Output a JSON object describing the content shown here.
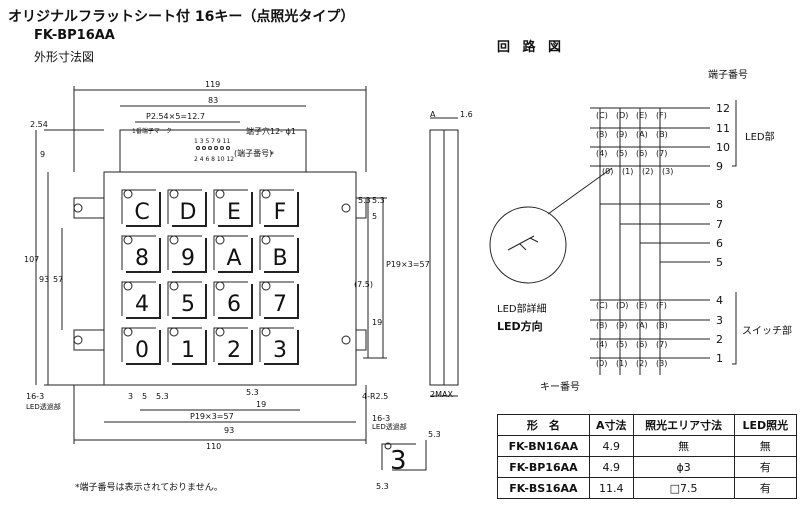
{
  "header": {
    "title": "オリジナルフラットシート付 16キー（点照光タイプ）",
    "model": "FK-BP16AA",
    "subtitle": "外形寸法図",
    "circuit_title": "回 路 図"
  },
  "dims": {
    "w119": "119",
    "w83": "83",
    "pitch_top": "P2.54×5=12.7",
    "pin1": "1番端子マーク",
    "hole": "端子穴12- ϕ1",
    "term_no": "(端子番号)",
    "star": "*",
    "pins_top": "1 3 5 7 9 11",
    "pins_bot": "2 4 6 8 10 12",
    "h254": "2.54",
    "h9": "9",
    "h107": "107",
    "h93": "93",
    "h57": "57",
    "r5a": "5.3",
    "r5b": "5",
    "r5c": "5.3",
    "p19v": "P19×3=57",
    "r75": "(7.5)",
    "r19": "19",
    "b16": "16-3",
    "b16l": "LED透過部",
    "b5a": "3",
    "b5b": "5",
    "b5c": "5.3",
    "b53": "5.3",
    "p19h": "P19×3=57",
    "b19": "19",
    "b93": "93",
    "b110": "110",
    "r25": "4-R2.5",
    "sA": "A",
    "s16": "1.6",
    "s2max": "2MAX",
    "det16": "16-3",
    "det16l": "LED透過部",
    "det53v": "5.3",
    "det53h": "5.3",
    "det3": "3"
  },
  "keypad": {
    "keys": [
      "C",
      "D",
      "E",
      "F",
      "8",
      "9",
      "A",
      "B",
      "4",
      "5",
      "6",
      "7",
      "0",
      "1",
      "2",
      "3"
    ]
  },
  "circuit": {
    "terminal_label": "端子番号",
    "term_nums": [
      "12",
      "11",
      "10",
      "9",
      "8",
      "7",
      "6",
      "5",
      "4",
      "3",
      "2",
      "1"
    ],
    "led_label": "LED部",
    "switch_label": "スイッチ部",
    "led_detail": "LED部詳細",
    "led_dir": "LED方向",
    "key_no": "キー番号",
    "grid_keys": [
      "(C)",
      "(D)",
      "(E)",
      "(F)",
      "(8)",
      "(9)",
      "(A)",
      "(B)",
      "(4)",
      "(5)",
      "(6)",
      "(7)",
      "(0)",
      "(1)",
      "(2)",
      "(3)"
    ]
  },
  "table": {
    "headers": [
      "形　名",
      "A寸法",
      "照光エリア寸法",
      "LED照光"
    ],
    "rows": [
      [
        "FK-BN16AA",
        "4.9",
        "無",
        "無"
      ],
      [
        "FK-BP16AA",
        "4.9",
        "ϕ3",
        "有"
      ],
      [
        "FK-BS16AA",
        "11.4",
        "□7.5",
        "有"
      ]
    ]
  },
  "footnote": "*端子番号は表示されておりません。"
}
